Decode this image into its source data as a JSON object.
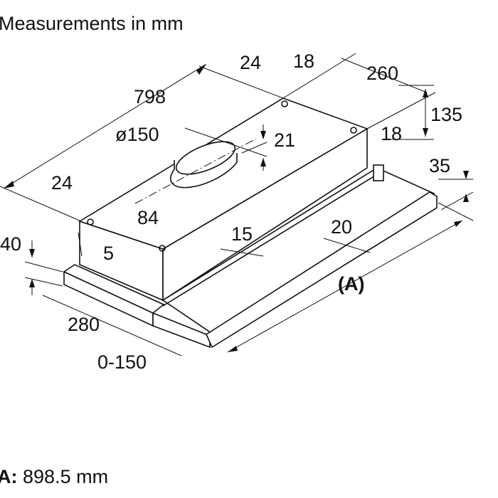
{
  "title": "Measurements in mm",
  "dimensions": {
    "width": "798",
    "left_offset": "24",
    "top_offset": "24",
    "top_right_offset": "18",
    "depth": "260",
    "height": "135",
    "right_offset": "18",
    "duct_diameter": "ø150",
    "duct_offset": "21",
    "duct_position": "84",
    "side_gap": "5",
    "base_height": "40",
    "base_depth": "280",
    "extension": "0-150",
    "rail": "15",
    "handle": "20",
    "drawer_height": "35",
    "a_marker": "(A)"
  },
  "footer": {
    "label": "A:",
    "value": "898.5 mm"
  }
}
